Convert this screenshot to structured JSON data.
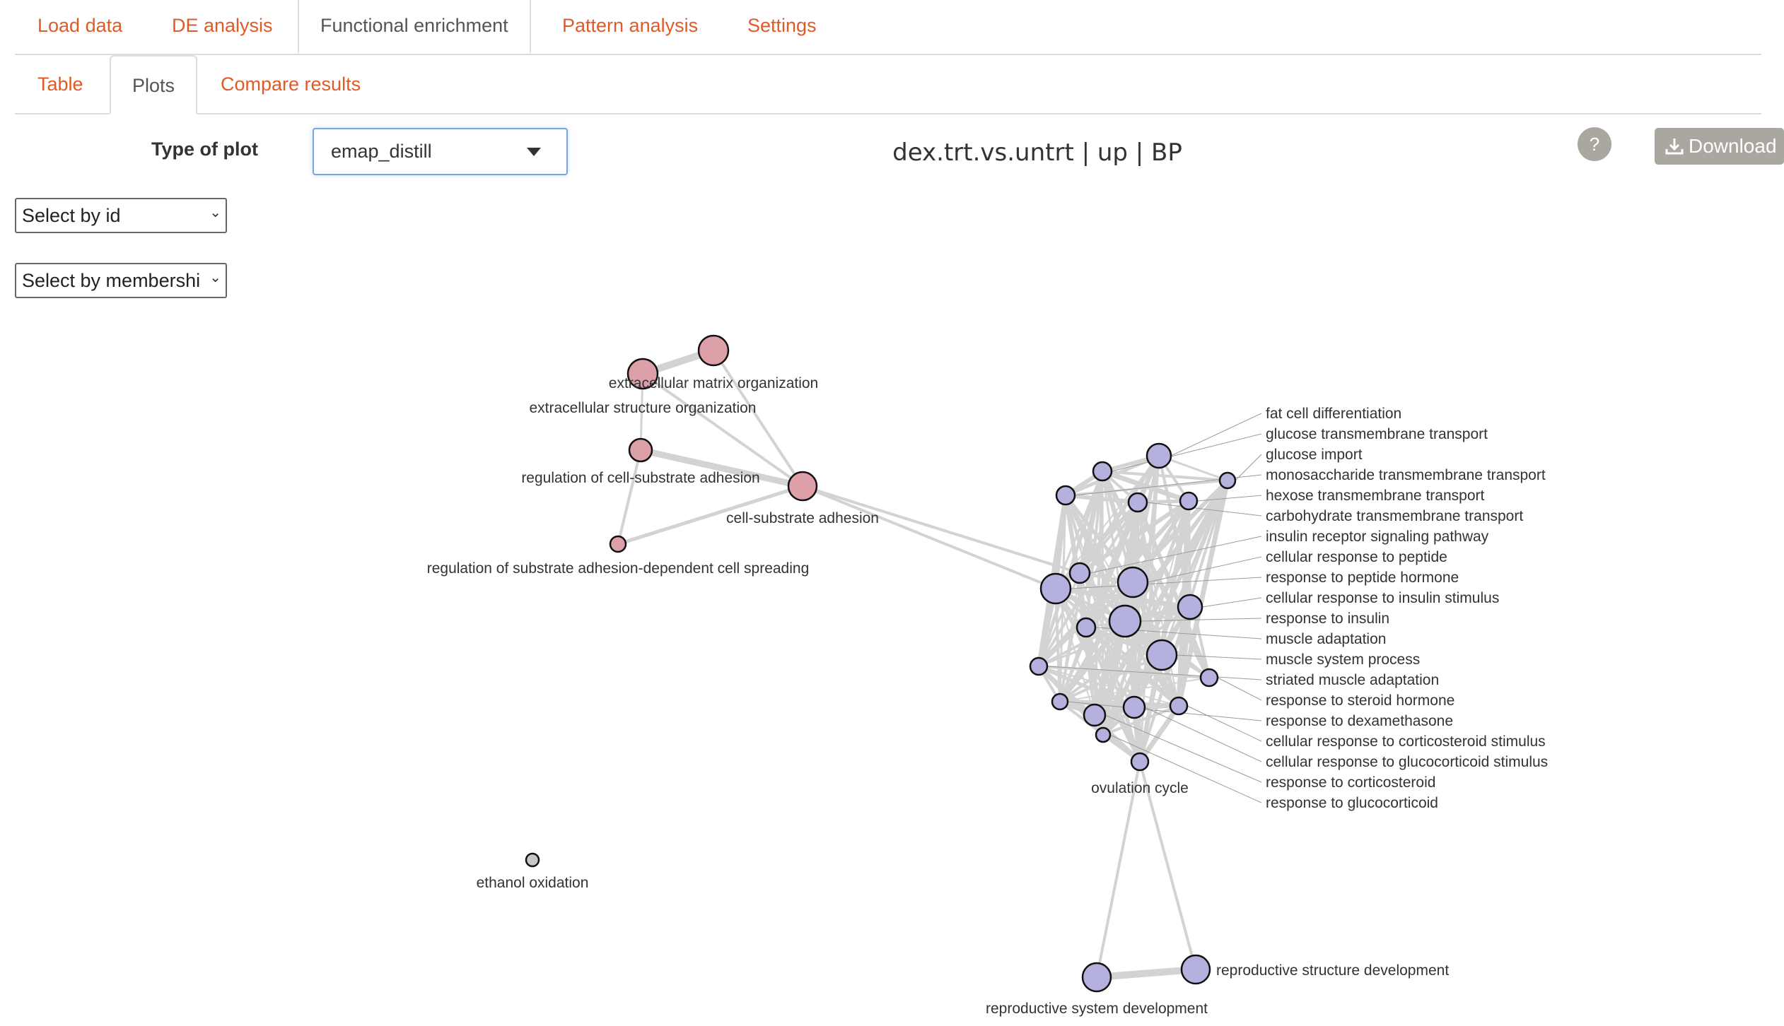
{
  "nav": {
    "tabs": [
      {
        "label": "Load data"
      },
      {
        "label": "DE analysis"
      },
      {
        "label": "Functional enrichment"
      },
      {
        "label": "Pattern analysis"
      },
      {
        "label": "Settings"
      }
    ],
    "active": "Functional enrichment"
  },
  "subnav": {
    "tabs": [
      {
        "label": "Table"
      },
      {
        "label": "Plots"
      },
      {
        "label": "Compare results"
      }
    ],
    "active": "Plots"
  },
  "controls": {
    "type_label": "Type of plot",
    "type_value": "emap_distill",
    "select_id": "Select by id",
    "select_membership": "Select by membershi"
  },
  "plot": {
    "title": "dex.trt.vs.untrt | up | BP",
    "help": "?",
    "download": "Download"
  },
  "graph": {
    "colors": {
      "cluster1": "#dda0a8",
      "cluster2": "#b5b1de",
      "singleton": "#c8c8c8",
      "edge": "#d3d3d3"
    },
    "nodes": [
      {
        "label": "extracellular matrix organization",
        "group": "cluster1"
      },
      {
        "label": "extracellular structure organization",
        "group": "cluster1"
      },
      {
        "label": "regulation of cell-substrate adhesion",
        "group": "cluster1"
      },
      {
        "label": "cell-substrate adhesion",
        "group": "cluster1"
      },
      {
        "label": "regulation of substrate adhesion-dependent cell spreading",
        "group": "cluster1"
      },
      {
        "label": "ethanol oxidation",
        "group": "singleton"
      },
      {
        "label": "fat cell differentiation",
        "group": "cluster2"
      },
      {
        "label": "glucose transmembrane transport",
        "group": "cluster2"
      },
      {
        "label": "glucose import",
        "group": "cluster2"
      },
      {
        "label": "monosaccharide transmembrane transport",
        "group": "cluster2"
      },
      {
        "label": "carbohydrate transmembrane transport",
        "group": "cluster2"
      },
      {
        "label": "hexose transmembrane transport",
        "group": "cluster2"
      },
      {
        "label": "insulin receptor signaling pathway",
        "group": "cluster2"
      },
      {
        "label": "response to peptide hormone",
        "group": "cluster2"
      },
      {
        "label": "cellular response to peptide",
        "group": "cluster2"
      },
      {
        "label": "cellular response to insulin stimulus",
        "group": "cluster2"
      },
      {
        "label": "response to insulin",
        "group": "cluster2"
      },
      {
        "label": "muscle adaptation",
        "group": "cluster2"
      },
      {
        "label": "muscle system process",
        "group": "cluster2"
      },
      {
        "label": "striated muscle adaptation",
        "group": "cluster2"
      },
      {
        "label": "response to steroid hormone",
        "group": "cluster2"
      },
      {
        "label": "cellular response to corticosteroid stimulus",
        "group": "cluster2"
      },
      {
        "label": "response to dexamethasone",
        "group": "cluster2"
      },
      {
        "label": "cellular response to glucocorticoid stimulus",
        "group": "cluster2"
      },
      {
        "label": "response to corticosteroid",
        "group": "cluster2"
      },
      {
        "label": "response to glucocorticoid",
        "group": "cluster2"
      },
      {
        "label": "ovulation cycle",
        "group": "cluster2"
      },
      {
        "label": "reproductive system development",
        "group": "cluster2"
      },
      {
        "label": "reproductive structure development",
        "group": "cluster2"
      }
    ]
  }
}
